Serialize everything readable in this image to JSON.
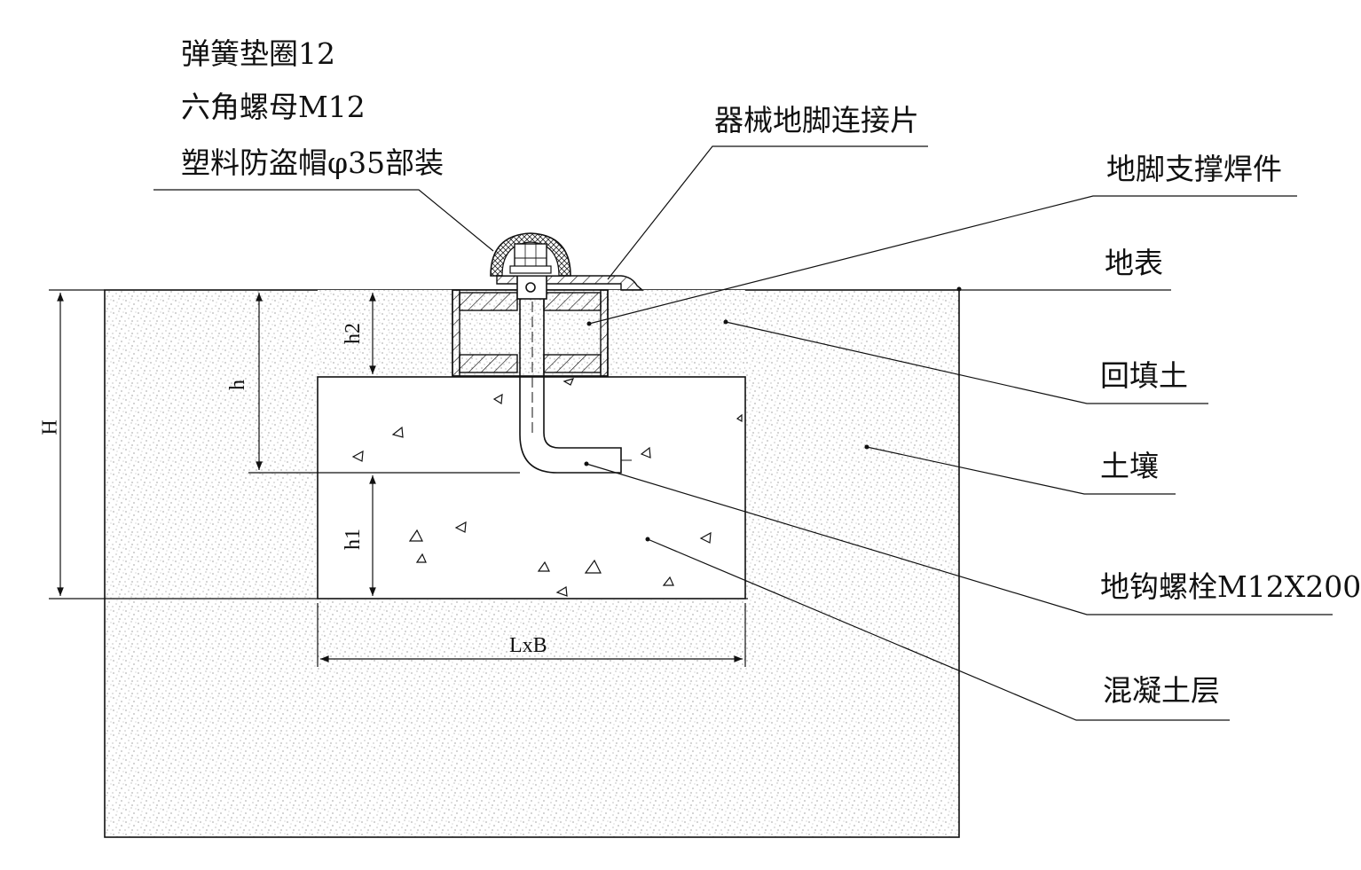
{
  "labels": {
    "spring_washer": "弹簧垫圈12",
    "hex_nut": "六角螺母M12",
    "plastic_cap": "塑料防盗帽φ35部装",
    "connector_plate": "器械地脚连接片",
    "support_weldment": "地脚支撑焊件",
    "ground_surface": "地表",
    "backfill": "回填土",
    "soil": "土壤",
    "anchor_bolt": "地钩螺栓M12X200",
    "concrete_layer": "混凝土层"
  },
  "dimensions": {
    "H": "H",
    "h": "h",
    "h1": "h1",
    "h2": "h2",
    "LxB": "LxB"
  },
  "colors": {
    "line": "#111111",
    "background": "#ffffff",
    "stipple": "#555555"
  }
}
